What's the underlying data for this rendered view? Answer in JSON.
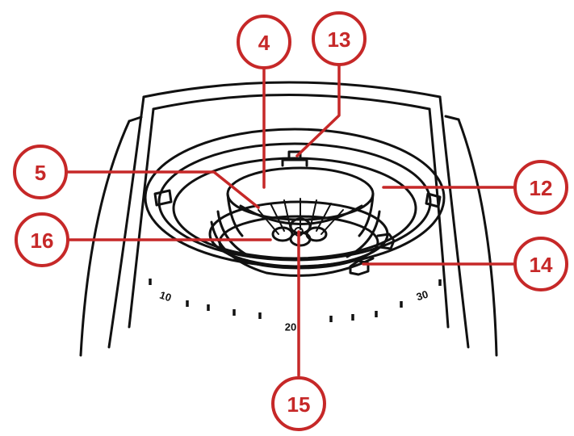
{
  "diagram": {
    "accent_color": "#c62828",
    "line_color": "#111111",
    "callouts": [
      {
        "id": "c4",
        "label": "4"
      },
      {
        "id": "c13",
        "label": "13"
      },
      {
        "id": "c5",
        "label": "5"
      },
      {
        "id": "c12",
        "label": "12"
      },
      {
        "id": "c16",
        "label": "16"
      },
      {
        "id": "c14",
        "label": "14"
      },
      {
        "id": "c15",
        "label": "15"
      }
    ],
    "scale_labels": [
      "10",
      "20",
      "30"
    ]
  }
}
